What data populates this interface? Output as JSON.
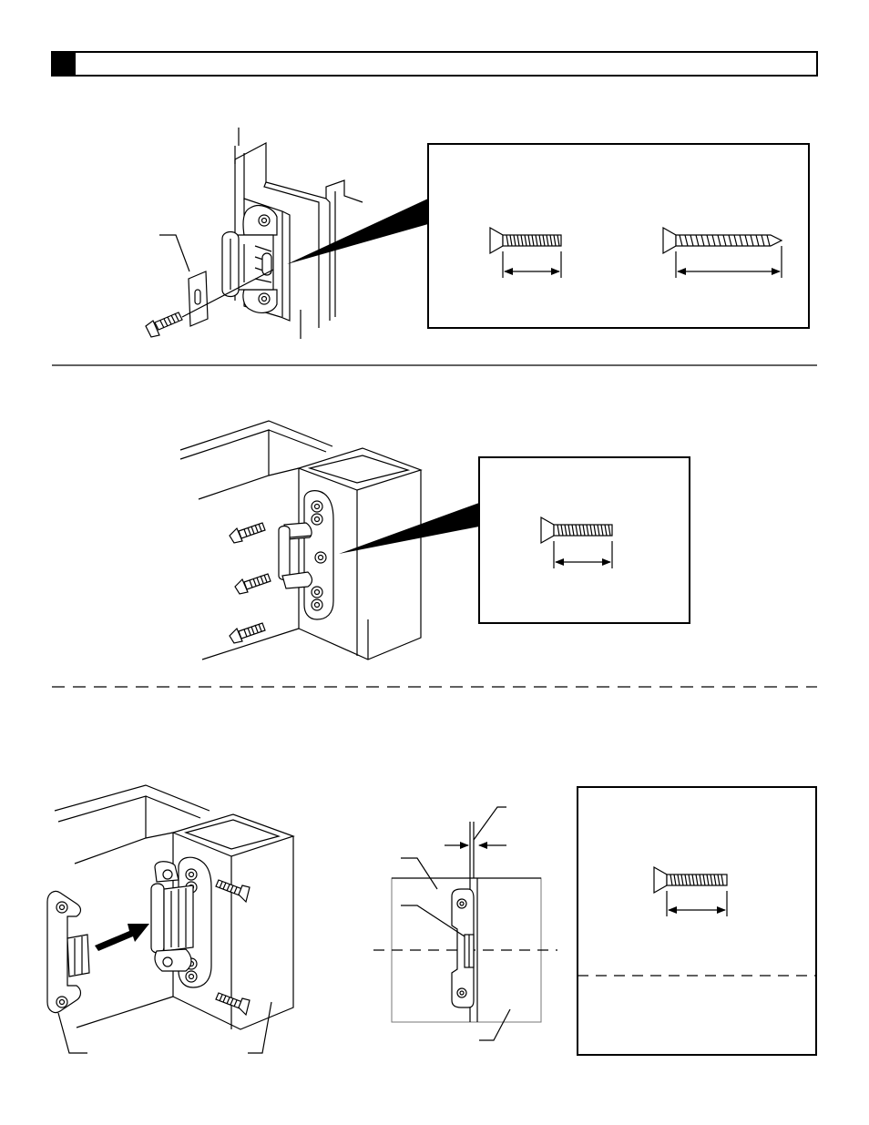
{
  "header": {
    "badge_color": "#000000",
    "title_text": ""
  },
  "colors": {
    "ink": "#000000",
    "paper": "#ffffff",
    "light_grey": "#888888"
  },
  "sections": [
    {
      "name": "step-1",
      "callout_screws": 2
    },
    {
      "name": "step-2",
      "callout_screws": 1
    },
    {
      "name": "step-3",
      "callout_screws": 1
    }
  ]
}
